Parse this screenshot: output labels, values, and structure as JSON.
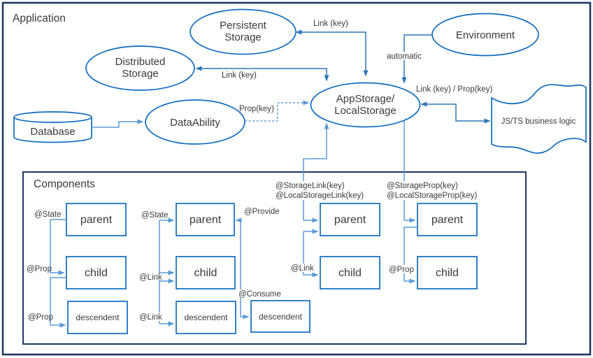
{
  "colors": {
    "frame": "#1f3864",
    "shape_outline": "#0f6cbd",
    "connector": "#5b9bd5",
    "connector_strong": "#2e75b6",
    "text": "#3a3a3a",
    "background": "#ffffff"
  },
  "application": {
    "title": "Application"
  },
  "nodes": {
    "persistent_storage": {
      "line1": "Persistent",
      "line2": "Storage"
    },
    "distributed_storage": {
      "line1": "Distributed",
      "line2": "Storage"
    },
    "environment": {
      "label": "Environment"
    },
    "database": {
      "label": "Database"
    },
    "data_ability": {
      "label": "DataAbility"
    },
    "app_storage": {
      "line1": "AppStorage/",
      "line2": "LocalStorage"
    },
    "business_logic": {
      "label": "JS/TS business logic"
    }
  },
  "edge_labels": {
    "persistent_link": "Link (key)",
    "distributed_link": "Link (key)",
    "automatic": "automatic",
    "data_ability_prop": "Prop(key)",
    "business_link_prop": "Link (key) / Prop(key)"
  },
  "components": {
    "title": "Components",
    "group1": {
      "state": "@State",
      "prop_child": "@Prop",
      "prop_descendent": "@Prop",
      "parent": "parent",
      "child": "child",
      "descendent": "descendent"
    },
    "group2": {
      "state": "@State",
      "link_child": "@Link",
      "link_descendent": "@Link",
      "provide": "@Provide",
      "consume": "@Consume",
      "parent": "parent",
      "child": "child",
      "descendent": "descendent",
      "consume_descendent": "descendent"
    },
    "group3": {
      "storage_link": "@StorageLink(key)",
      "local_storage_link": "@LocalStorageLink(key)",
      "link": "@Link",
      "parent": "parent",
      "child": "child"
    },
    "group4": {
      "storage_prop": "@StorageProp(key)",
      "local_storage_prop": "@LocalStorageProp(key)",
      "prop": "@Prop",
      "parent": "parent",
      "child": "child"
    }
  }
}
